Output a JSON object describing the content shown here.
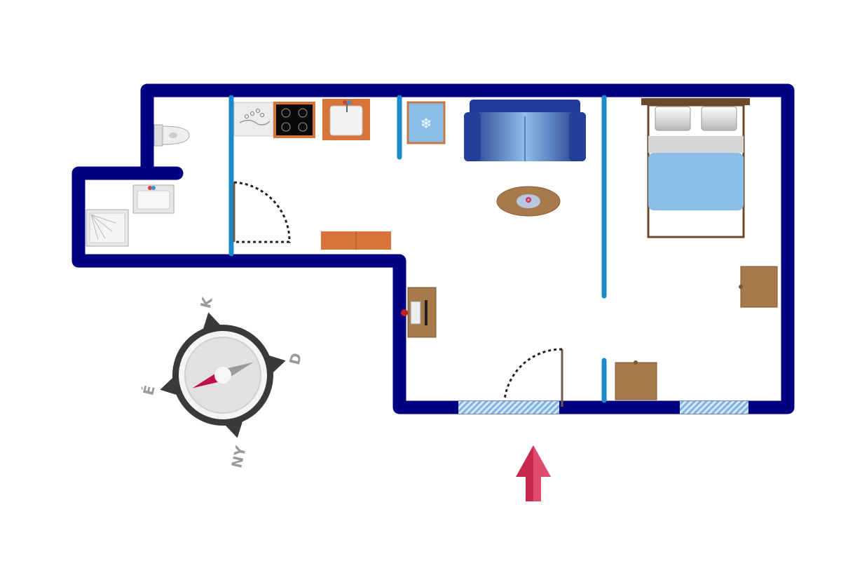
{
  "colors": {
    "wall": "#000080",
    "partition": "#1a8ac8",
    "furniture_orange": "#d8743a",
    "furniture_brown": "#a87a4a",
    "bed_blue": "#8abde8",
    "arrow": "#c8284e",
    "window": "#a8cce8"
  },
  "compass": {
    "north": "É",
    "east": "K",
    "south": "D",
    "west": "NY"
  },
  "icons": [
    "toilet-icon",
    "shower-icon",
    "washbasin-icon",
    "stove-icon",
    "kitchen-sink-icon",
    "fridge-icon",
    "sofa-icon",
    "coffee-table-icon",
    "bed-icon",
    "desk-icon",
    "cabinet-icon",
    "entrance-arrow-icon"
  ]
}
